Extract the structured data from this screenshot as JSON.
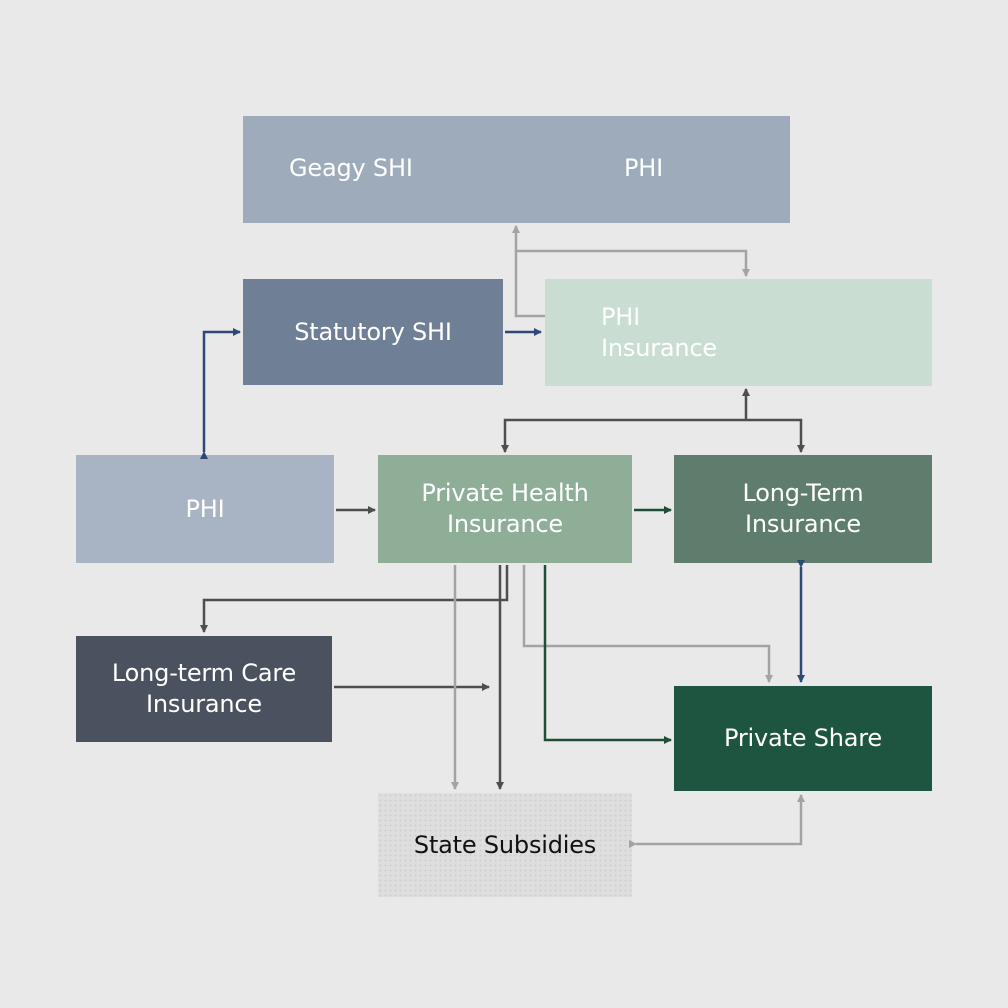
{
  "diagram": {
    "nodes": {
      "top": {
        "left_label": "Geagy SHI",
        "right_label": "PHI"
      },
      "statutory": {
        "label": "Statutory SHI"
      },
      "phi_insurance": {
        "line1": "PHI",
        "line2": "Insurance"
      },
      "phi": {
        "label": "PHI"
      },
      "private_health": {
        "line1": "Private Health",
        "line2": "Insurance"
      },
      "long_term": {
        "line1": "Long-Term",
        "line2": "Insurance"
      },
      "ltc": {
        "line1": "Long-term Care",
        "line2": "Insurance"
      },
      "private_share": {
        "label": "Private Share"
      },
      "state_subsidies": {
        "label": "State Subsidies"
      }
    },
    "colors": {
      "background": "#e9e9ea",
      "top_box": "#9eabba",
      "statutory_box": "#6e7f96",
      "phi_insurance_box": "#c9ddd3",
      "phi_box": "#a8b3c3",
      "private_health_box": "#8fae98",
      "long_term_box": "#5f7d6c",
      "ltc_box": "#4a5260",
      "private_share_box": "#1e5540",
      "state_box": "#dedede",
      "arrow_navy": "#2c4a74",
      "arrow_gray": "#4e4e4e",
      "arrow_light": "#a3a3a3",
      "arrow_green": "#1f4d36"
    }
  }
}
